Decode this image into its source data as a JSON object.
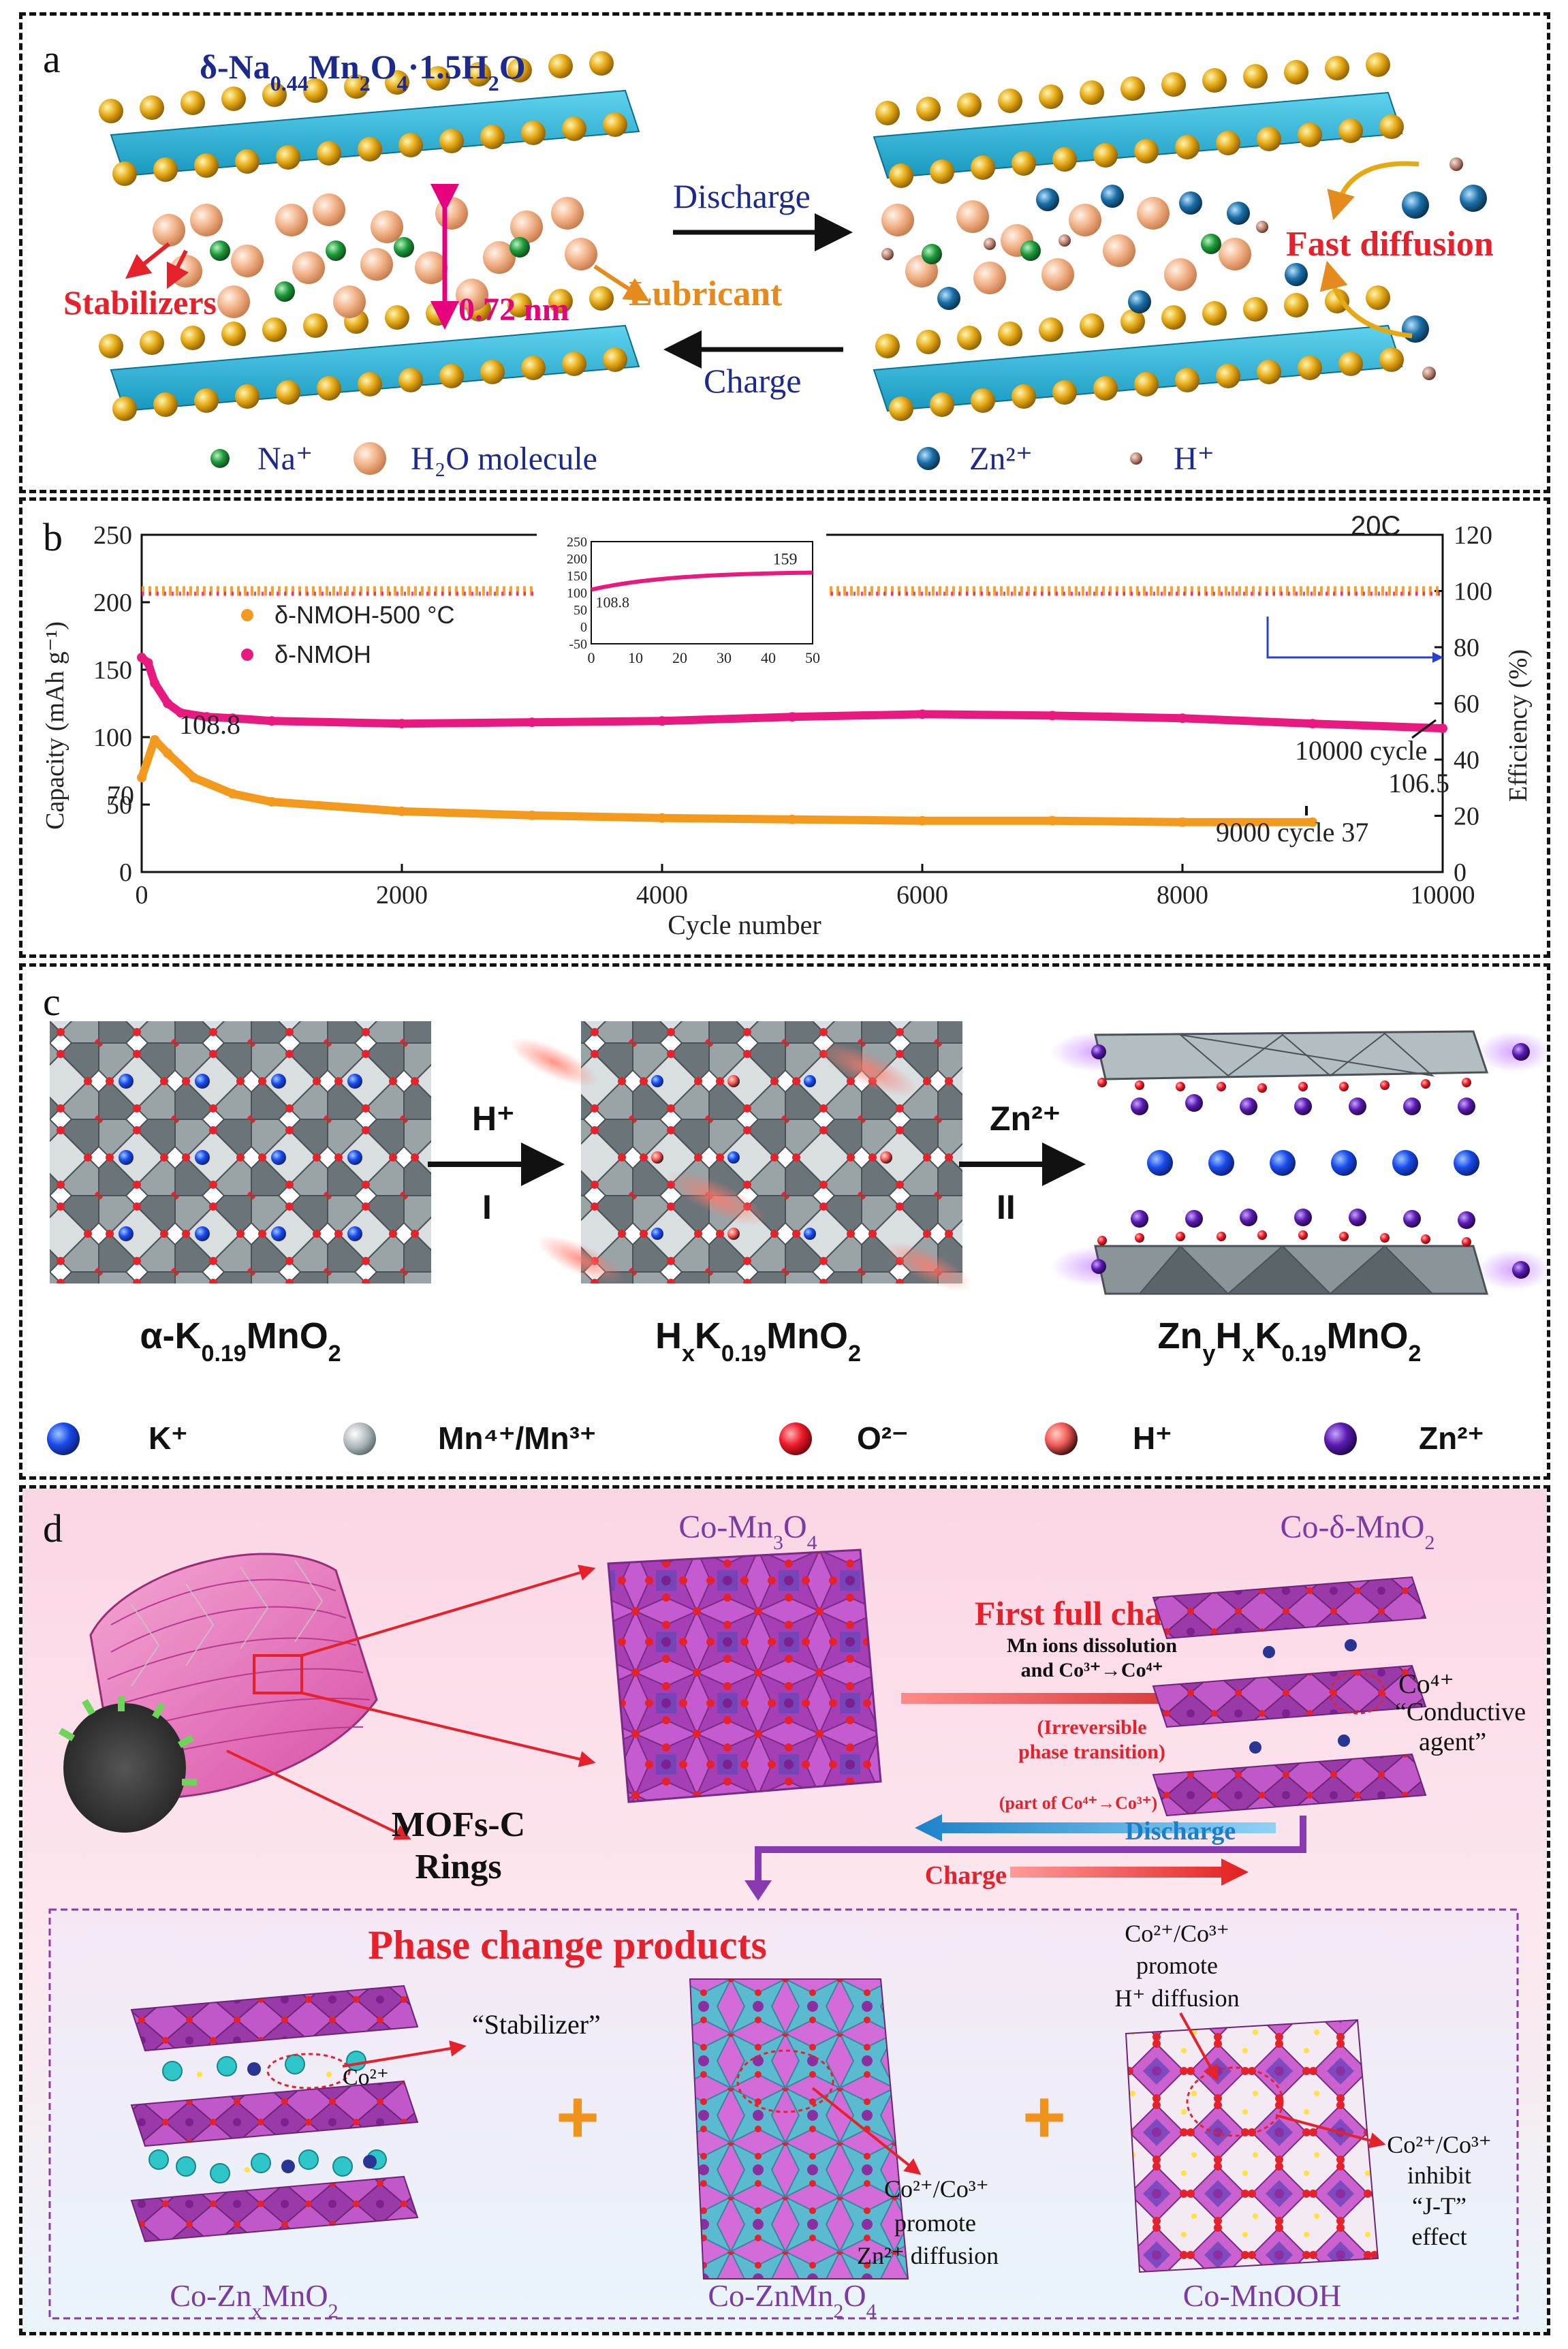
{
  "panel_a": {
    "label": "a",
    "formula": "δ-Na0.44Mn2O4·1.5H2O",
    "spacing": "0.72 nm",
    "stabilizers": "Stabilizers",
    "lubricant": "Lubricant",
    "discharge": "Discharge",
    "charge": "Charge",
    "fast_diffusion": "Fast diffusion",
    "legend": [
      "Na⁺",
      "H₂O molecule",
      "Zn²⁺",
      "H⁺"
    ],
    "colors": {
      "layer": "#29b6d6",
      "mn": "#e5a915",
      "na": "#1e9a3b",
      "water": "#f2b48a",
      "zn": "#1a6ea6",
      "h": "#b07a6a",
      "pink": "#e6007e",
      "red": "#e5222b",
      "orange": "#e58a1c",
      "navy": "#1b2a8c"
    }
  },
  "panel_b": {
    "label": "b",
    "rate": "20C",
    "annotations": {
      "start_nmoh": "108.8",
      "start_500": "70",
      "end_nmoh_cycle": "10000 cycle",
      "end_nmoh_value": "106.5",
      "end_500": "9000 cycle 37"
    },
    "inset": {
      "max_label": "159",
      "min_label": "108.8",
      "xlim": [
        0,
        50
      ],
      "ylim": [
        -50,
        250
      ],
      "xticks": [
        "0",
        "10",
        "20",
        "30",
        "40",
        "50"
      ],
      "yticks": [
        "250",
        "200",
        "150",
        "100",
        "50",
        "0",
        "-50"
      ]
    }
  },
  "chart_data": {
    "type": "line",
    "xlabel": "Cycle number",
    "ylabel": "Capacity (mAh g⁻¹)",
    "ylabel_right": "Efficiency (%)",
    "xlim": [
      0,
      10000
    ],
    "ylim": [
      0,
      250
    ],
    "ylim_right": [
      0,
      120
    ],
    "xticks": [
      "0",
      "2000",
      "4000",
      "6000",
      "8000",
      "10000"
    ],
    "yticks": [
      "0",
      "50",
      "100",
      "150",
      "200",
      "250"
    ],
    "yticks_right": [
      "0",
      "20",
      "40",
      "60",
      "80",
      "100",
      "120"
    ],
    "legend_position": "left",
    "series": [
      {
        "name": "δ-NMOH-500 °C",
        "color": "#f39a1e",
        "x": [
          0,
          100,
          200,
          400,
          700,
          1000,
          2000,
          3000,
          4000,
          5000,
          6000,
          7000,
          8000,
          9000
        ],
        "y": [
          70,
          98,
          88,
          70,
          58,
          52,
          45,
          42,
          40,
          39,
          38,
          38,
          37,
          37
        ]
      },
      {
        "name": "δ-NMOH",
        "color": "#e8197f",
        "x": [
          0,
          50,
          100,
          200,
          300,
          500,
          700,
          1000,
          2000,
          3000,
          4000,
          5000,
          6000,
          7000,
          8000,
          9000,
          10000
        ],
        "y": [
          159,
          155,
          140,
          125,
          118,
          115,
          114,
          112,
          110,
          111,
          112,
          115,
          117,
          116,
          114,
          110,
          106.5
        ]
      }
    ],
    "efficiency": {
      "value_percent": 100,
      "x_start": 0,
      "x_end": 10000
    }
  },
  "panel_c": {
    "label": "c",
    "step1_ion": "H⁺",
    "step1_num": "I",
    "step2_ion": "Zn²⁺",
    "step2_num": "II",
    "name1": "α-K0.19MnO2",
    "name2": "HxK0.19MnO2",
    "name3": "ZnyHxK0.19MnO2",
    "legend": [
      "K⁺",
      "Mn⁴⁺/Mn³⁺",
      "O²⁻",
      "H⁺",
      "Zn²⁺"
    ]
  },
  "panel_d": {
    "label": "d",
    "co_mn3o4": "Co-Mn3O4",
    "co_dmno2": "Co-δ-MnO2",
    "mofs": "MOFs-C",
    "rings": "Rings",
    "first_charge": "First full charge",
    "mn_dissolution_1": "Mn ions dissolution",
    "mn_dissolution_2": "and Co³⁺→Co⁴⁺",
    "irreversible_1": "(Irreversible",
    "irreversible_2": "phase transition)",
    "co4": "Co⁴⁺",
    "conductive_1": "“Conductive",
    "conductive_2": "agent”",
    "part_of": "(part of Co⁴⁺→Co³⁺)",
    "discharge": "Discharge",
    "charge": "Charge",
    "phase_change": "Phase change products",
    "stabilizer": "“Stabilizer”",
    "co2": "Co²⁺",
    "promote_zn_1": "Co²⁺/Co³⁺",
    "promote_zn_2": "promote",
    "promote_zn_3": "Zn²⁺ diffusion",
    "promote_h_1": "Co²⁺/Co³⁺",
    "promote_h_2": "promote",
    "promote_h_3": "H⁺ diffusion",
    "inhibit_1": "Co²⁺/Co³⁺",
    "inhibit_2": "inhibit",
    "inhibit_3": "“J-T”",
    "inhibit_4": "effect",
    "plus": "+",
    "prod1": "Co-ZnxMnO2",
    "prod2": "Co-ZnMn2O4",
    "prod3": "Co-MnOOH"
  }
}
